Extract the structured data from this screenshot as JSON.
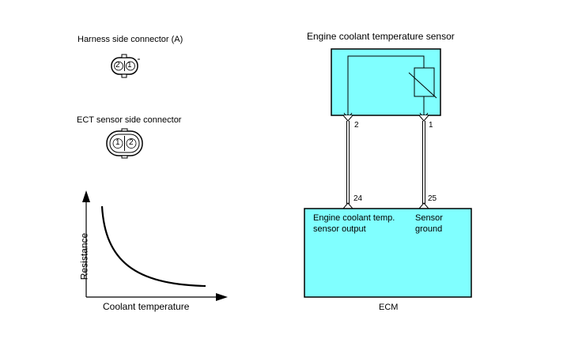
{
  "harness_connector": {
    "title": "Harness side connector (A)",
    "pins": [
      "2",
      "1"
    ]
  },
  "sensor_connector": {
    "title": "ECT sensor side connector",
    "pins": [
      "1",
      "2"
    ]
  },
  "resistance_graph": {
    "ylabel": "Resistance",
    "xlabel": "Coolant temperature"
  },
  "sensor": {
    "title": "Engine coolant temperature sensor",
    "pin_left": "2",
    "pin_right": "1"
  },
  "ecm": {
    "label": "ECM",
    "pin_left": "24",
    "pin_right": "25",
    "left_func_line1": "Engine coolant temp.",
    "left_func_line2": "sensor output",
    "right_func_line1": "Sensor",
    "right_func_line2": "ground"
  },
  "colors": {
    "box_fill": "#80ffff",
    "line": "#000000"
  }
}
